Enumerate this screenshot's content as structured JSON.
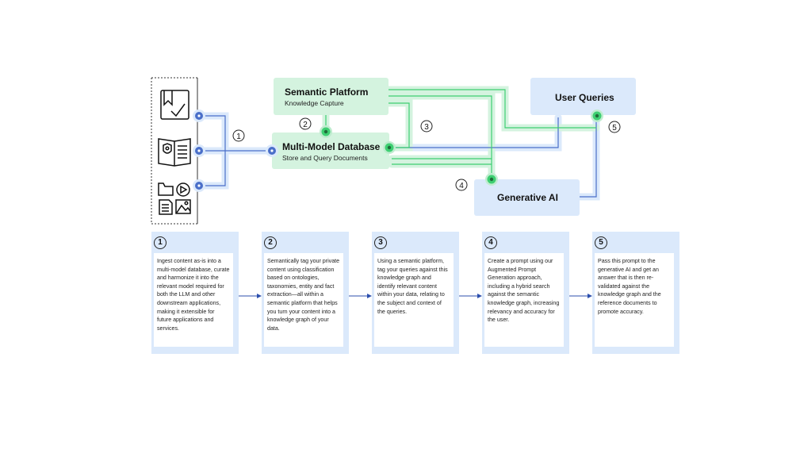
{
  "diagram": {
    "semantic_platform": {
      "title": "Semantic Platform",
      "subtitle": "Knowledge Capture"
    },
    "multi_model_db": {
      "title": "Multi-Model Database",
      "subtitle": "Store and Query Documents"
    },
    "user_queries": {
      "title": "User Queries"
    },
    "generative_ai": {
      "title": "Generative AI"
    },
    "step_numbers": [
      "1",
      "2",
      "3",
      "4",
      "5"
    ],
    "icons": [
      "bookmark-check-icon",
      "shield-document-icon",
      "folder-video-image-icon"
    ]
  },
  "steps": [
    {
      "number": "1",
      "text": "Ingest content as-is into a multi-model database, curate and harmonize it into the relevant model required for both the LLM and other downstream applications, making it extensible for future applications and services."
    },
    {
      "number": "2",
      "text": "Semantically tag your private content using classification based on ontologies, taxonomies, entity and fact extraction—all within a semantic platform that helps you turn your content into a knowledge graph of your data."
    },
    {
      "number": "3",
      "text": "Using a semantic platform, tag your queries against this knowledge graph and identify relevant content within your data, relating to the subject and context of the queries."
    },
    {
      "number": "4",
      "text": "Create a prompt using our Augmented Prompt Generation approach, including a hybrid search against the semantic knowledge graph, increasing relevancy and accuracy for the user."
    },
    {
      "number": "5",
      "text": "Pass this prompt to the generative AI and get an answer that is then re-validated against the knowledge graph and the reference documents to promote accuracy."
    }
  ],
  "colors": {
    "blue_light": "#dbe9fb",
    "blue_line": "#4a6fc9",
    "green_light": "#d4f3df",
    "green_node": "#3ecf72"
  }
}
